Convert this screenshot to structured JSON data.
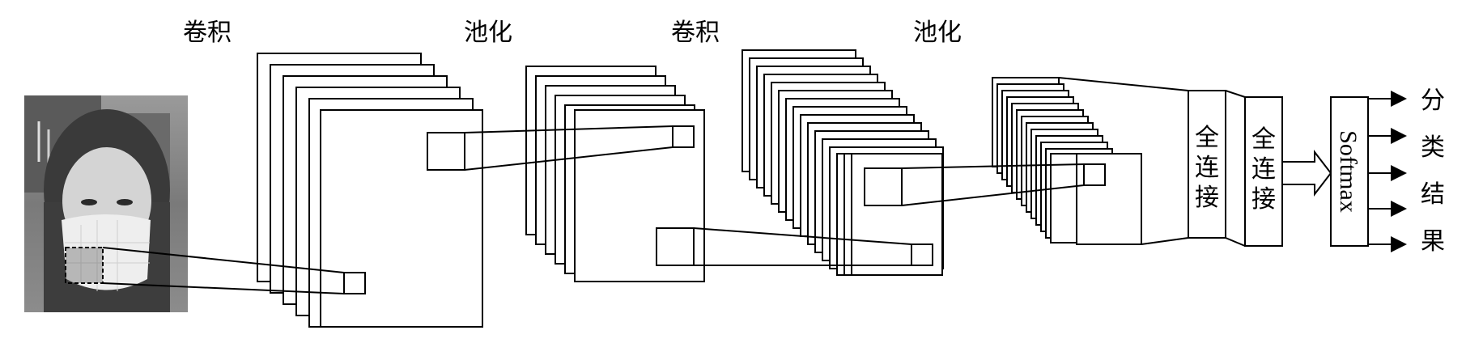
{
  "labels": {
    "conv1": "卷积",
    "pool1": "池化",
    "conv2": "卷积",
    "pool2": "池化",
    "fc1": [
      "全",
      "连",
      "接"
    ],
    "fc2": [
      "全",
      "连",
      "接"
    ],
    "softmax": "Softmax",
    "result": [
      "分",
      "类",
      "结",
      "果"
    ]
  },
  "input_image": {
    "icon": "face-photo-with-mask"
  },
  "colors": {
    "stroke": "#000000",
    "background": "#ffffff"
  }
}
